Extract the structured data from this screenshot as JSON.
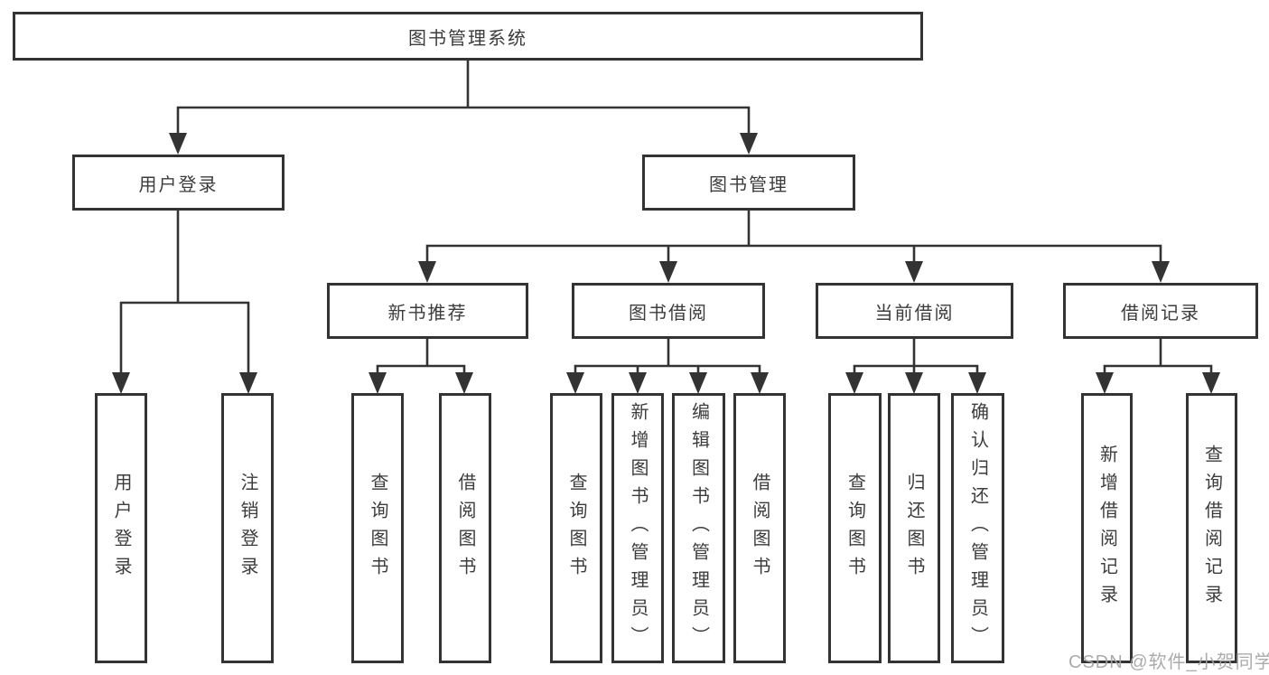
{
  "diagram": {
    "title": "图书管理系统",
    "watermark": "CSDN @软件_小贺同学",
    "level2": {
      "user_login": "用户登录",
      "book_management": "图书管理"
    },
    "level3": {
      "new_book_recommend": "新书推荐",
      "book_borrow": "图书借阅",
      "current_borrow": "当前借阅",
      "borrow_records": "借阅记录"
    },
    "leaves": {
      "login": "用户登录",
      "logout": "注销登录",
      "newbook_query": "查询图书",
      "newbook_borrow": "借阅图书",
      "borrow_query": "查询图书",
      "borrow_add_admin": "新增图书（管理员）",
      "borrow_edit_admin": "编辑图书（管理员）",
      "borrow_borrow": "借阅图书",
      "current_query": "查询图书",
      "current_return": "归还图书",
      "current_confirm_admin": "确认归还（管理员）",
      "records_add": "新增借阅记录",
      "records_query": "查询借阅记录"
    }
  }
}
